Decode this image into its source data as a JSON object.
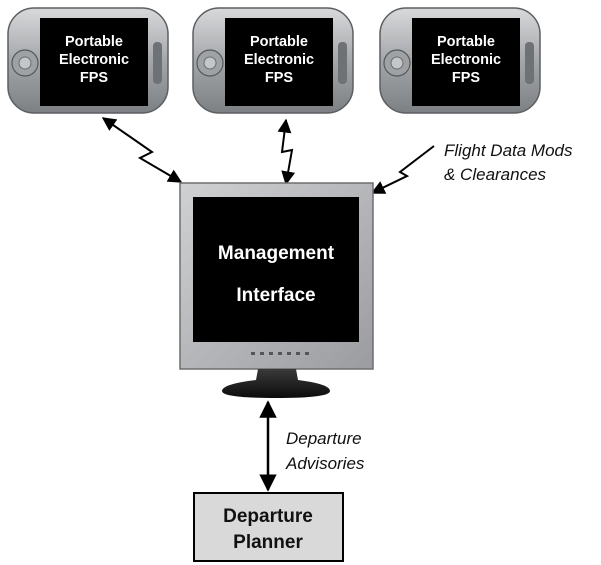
{
  "devices": [
    {
      "lines": [
        "Portable",
        "Electronic",
        "FPS"
      ]
    },
    {
      "lines": [
        "Portable",
        "Electronic",
        "FPS"
      ]
    },
    {
      "lines": [
        "Portable",
        "Electronic",
        "FPS"
      ]
    }
  ],
  "monitor": {
    "lines": [
      "Management",
      "Interface"
    ]
  },
  "planner": {
    "lines": [
      "Departure",
      "Planner"
    ]
  },
  "labels": {
    "flight_data": [
      "Flight Data Mods",
      "& Clearances"
    ],
    "advisories": [
      "Departure",
      "Advisories"
    ]
  },
  "colors": {
    "screen": "#000000",
    "device_body": "#a9acaf",
    "monitor_bezel": "#b3b4b6",
    "planner_fill": "#d9d9d9",
    "arrow": "#000000"
  }
}
